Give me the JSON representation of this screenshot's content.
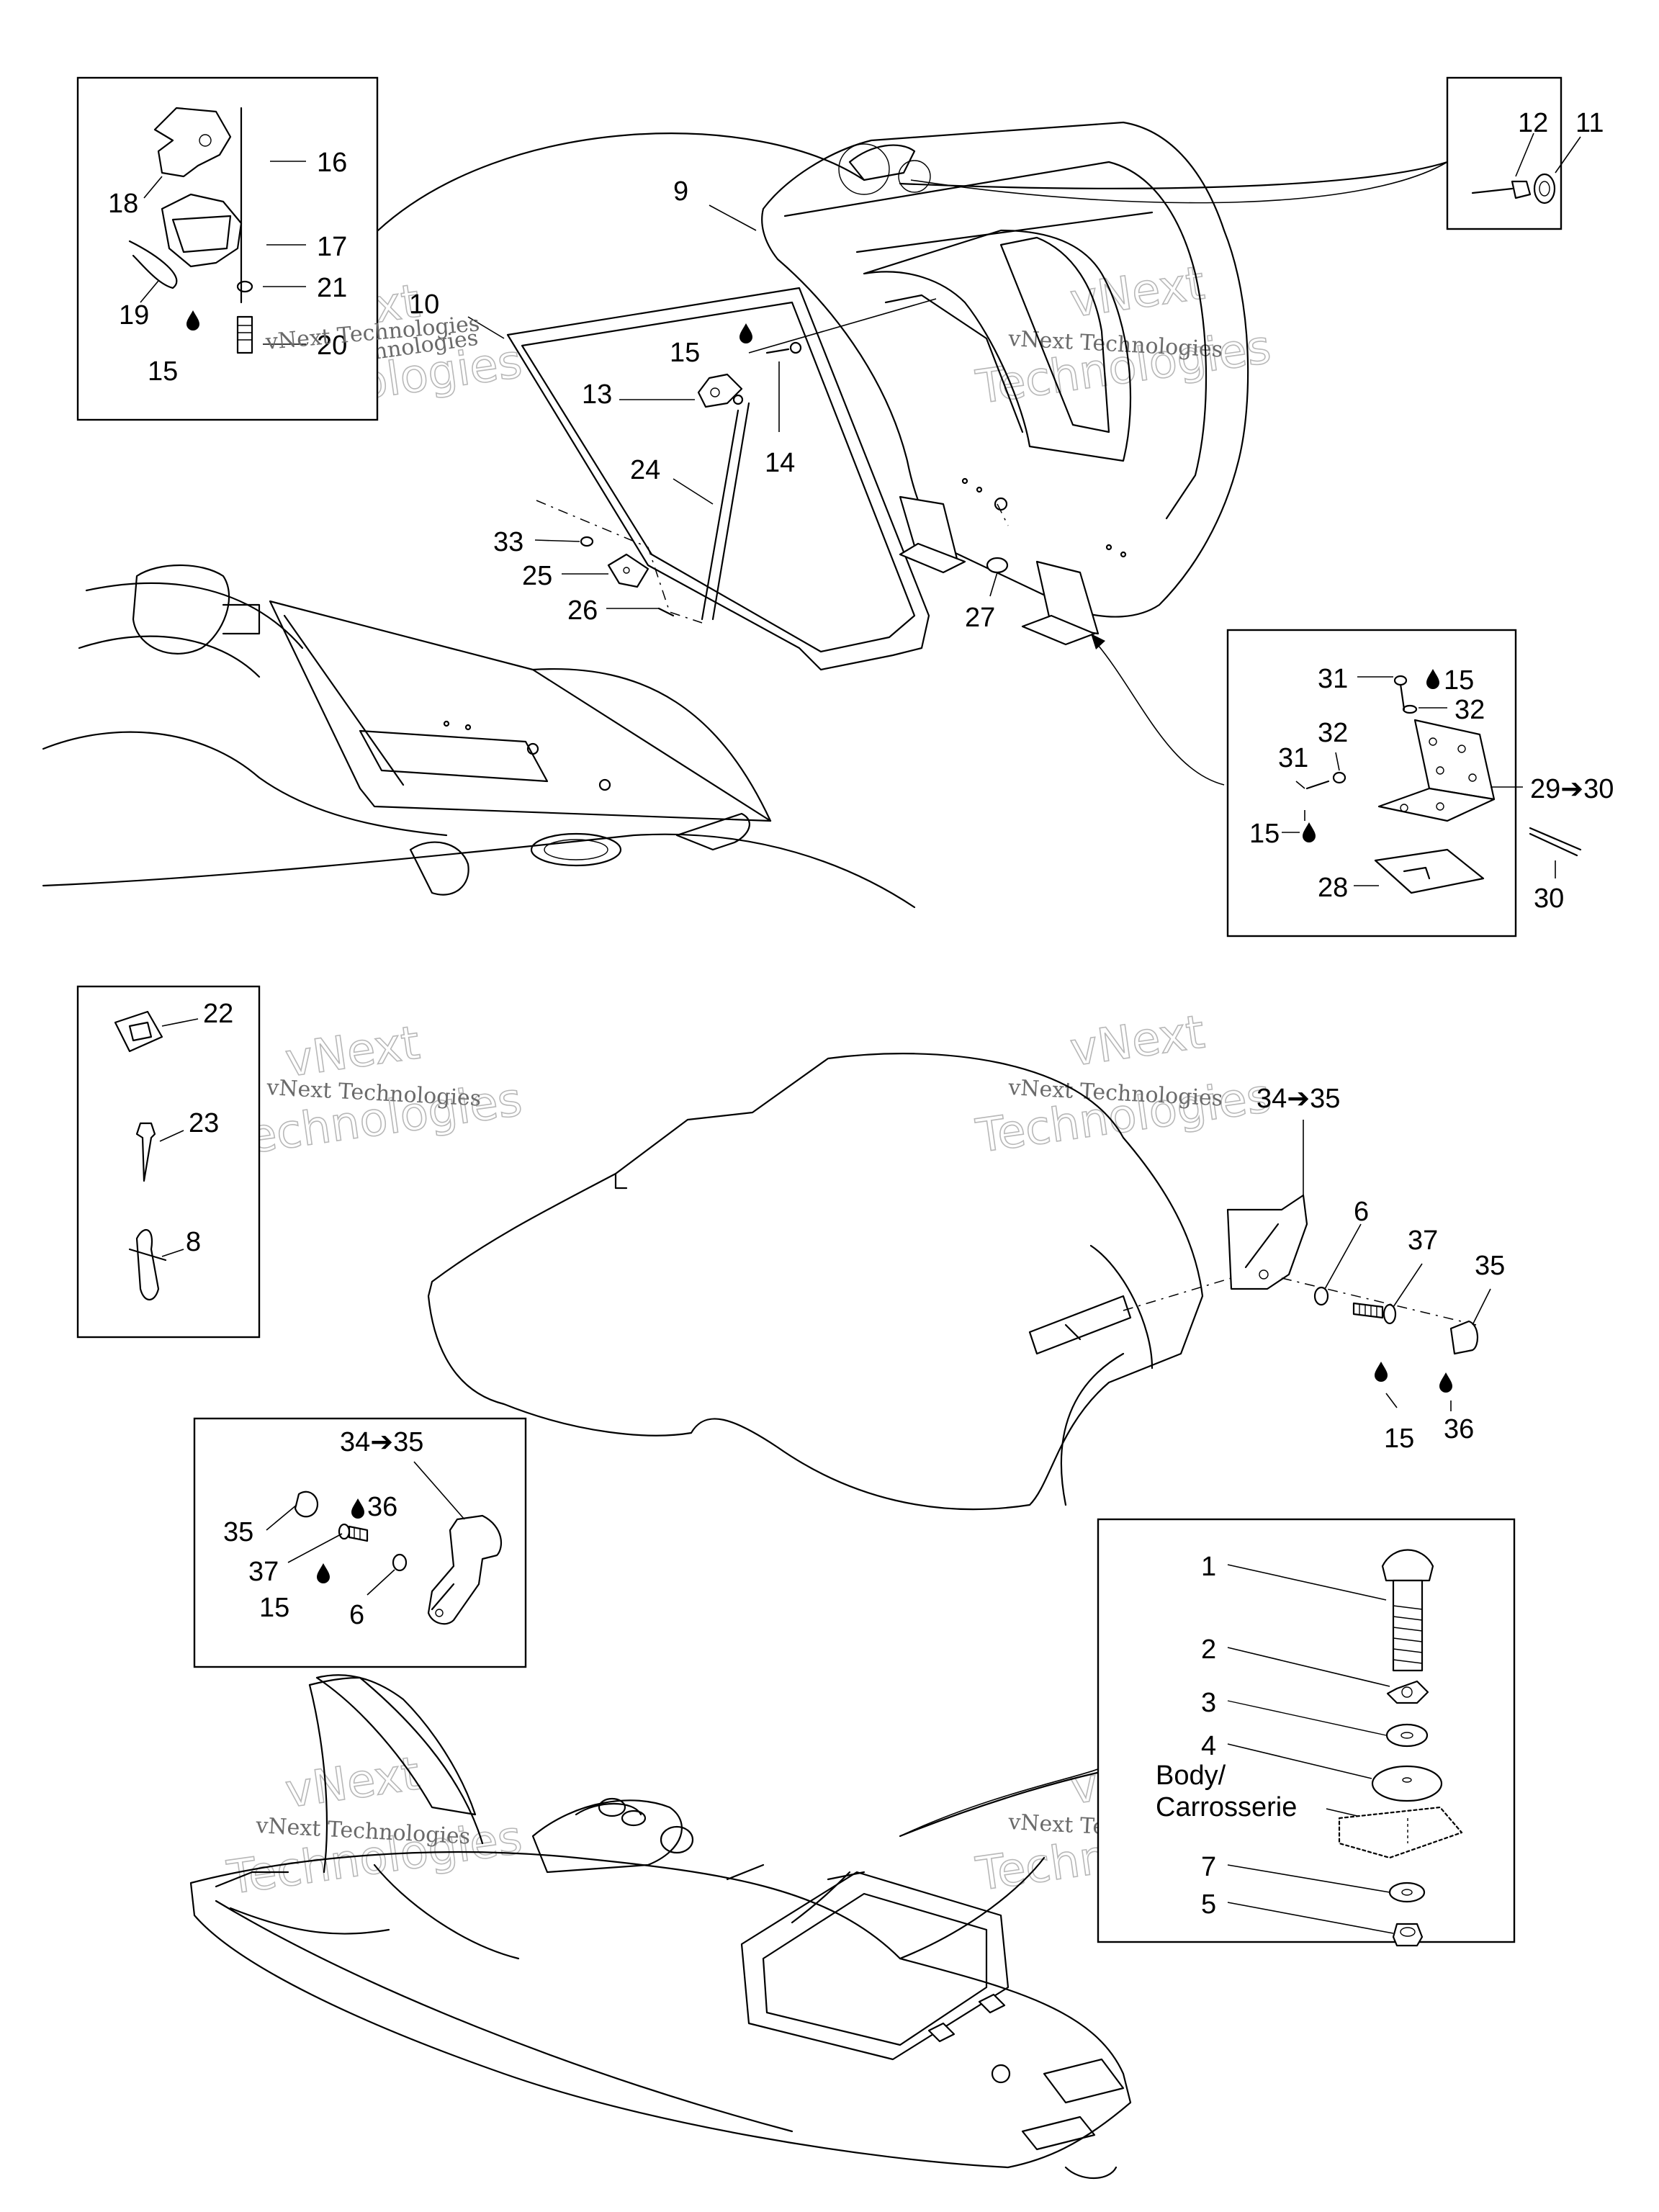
{
  "diagram": {
    "labels": {
      "l1": "1",
      "l2": "2",
      "l3": "3",
      "l4": "4",
      "l5": "5",
      "l6": "6",
      "l7": "7",
      "l8": "8",
      "l9": "9",
      "l10": "10",
      "l11": "11",
      "l12": "12",
      "l13": "13",
      "l14": "14",
      "l16": "16",
      "l17": "17",
      "l18": "18",
      "l19": "19",
      "l20": "20",
      "l21": "21",
      "l22": "22",
      "l23": "23",
      "l24": "24",
      "l25": "25",
      "l26": "26",
      "l27": "27",
      "l28": "28",
      "l29_30": "29➔30",
      "l30": "30",
      "l31": "31",
      "l32": "32",
      "l33": "33",
      "l34_35": "34➔35",
      "l35": "35",
      "l36": "36",
      "l37": "37",
      "l15": "15",
      "body_en": "Body/",
      "body_fr": "Carrosserie"
    },
    "watermark": {
      "brand": "vNext",
      "word": "Technologies",
      "full": "vNext Technologies"
    }
  }
}
